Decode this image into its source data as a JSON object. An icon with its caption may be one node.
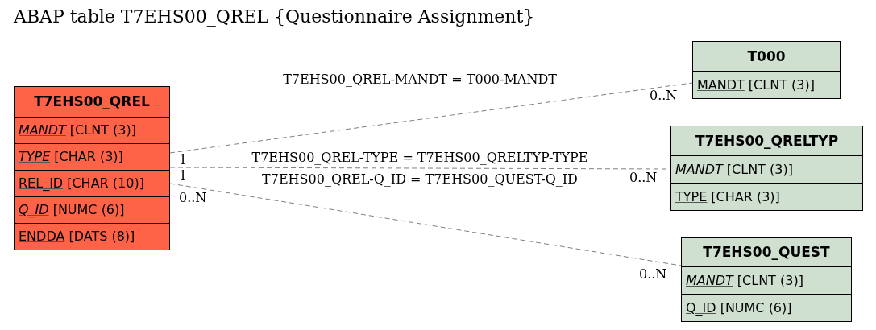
{
  "diagram": {
    "title": "ABAP table T7EHS00_QREL {Questionnaire Assignment}",
    "nodes": [
      {
        "text": [
          "T7EHS00_QREL"
        ]
      },
      {
        "text": [
          "*MANDT*",
          "[CLNT (3)]"
        ],
        "in": 0
      },
      {
        "text": [
          "*TYPE*",
          "[CHAR (3)]"
        ],
        "in": 0
      },
      {
        "text": [
          "REL_ID",
          "[CHAR (10)]"
        ],
        "in": 0
      },
      {
        "text": [
          "*Q_ID*",
          "[NUMC (6)]"
        ],
        "in": 0
      },
      {
        "text": [
          "ENDDA",
          "[DATS (8)]"
        ],
        "in": 0
      },
      {
        "text": [
          "T000"
        ]
      },
      {
        "text": [
          "MANDT",
          "[CLNT (3)]"
        ],
        "in": 6
      },
      {
        "text": [
          "T7EHS00_QRELTYP"
        ]
      },
      {
        "text": [
          "*MANDT*",
          "[CLNT (3)]"
        ],
        "in": 8
      },
      {
        "text": [
          "TYPE",
          "[CHAR (3)]"
        ],
        "in": 8
      },
      {
        "text": [
          "T7EHS00_QUEST"
        ]
      },
      {
        "text": [
          "*MANDT*",
          "[CLNT (3)]"
        ],
        "in": 11
      },
      {
        "text": [
          "Q_ID",
          "[NUMC (6)]"
        ],
        "in": 11
      }
    ],
    "edges": [
      {
        "from": 0,
        "to": 6,
        "arrow": "none",
        "style": "dashed",
        "label": "T7EHS00_QREL-MANDT = T000-MANDT"
      },
      {
        "from": 0,
        "to": 8,
        "arrow": "none",
        "style": "dashed",
        "label": "T7EHS00_QREL-TYPE = T7EHS00_QRELTYP-TYPE"
      },
      {
        "from": 0,
        "to": 11,
        "arrow": "none",
        "style": "dashed",
        "label": "T7EHS00_QREL-Q_ID = T7EHS00_QUEST-Q_ID"
      }
    ],
    "labels": [
      "0..N",
      "1",
      "1",
      "0..N",
      "0..N",
      "0..N"
    ]
  }
}
